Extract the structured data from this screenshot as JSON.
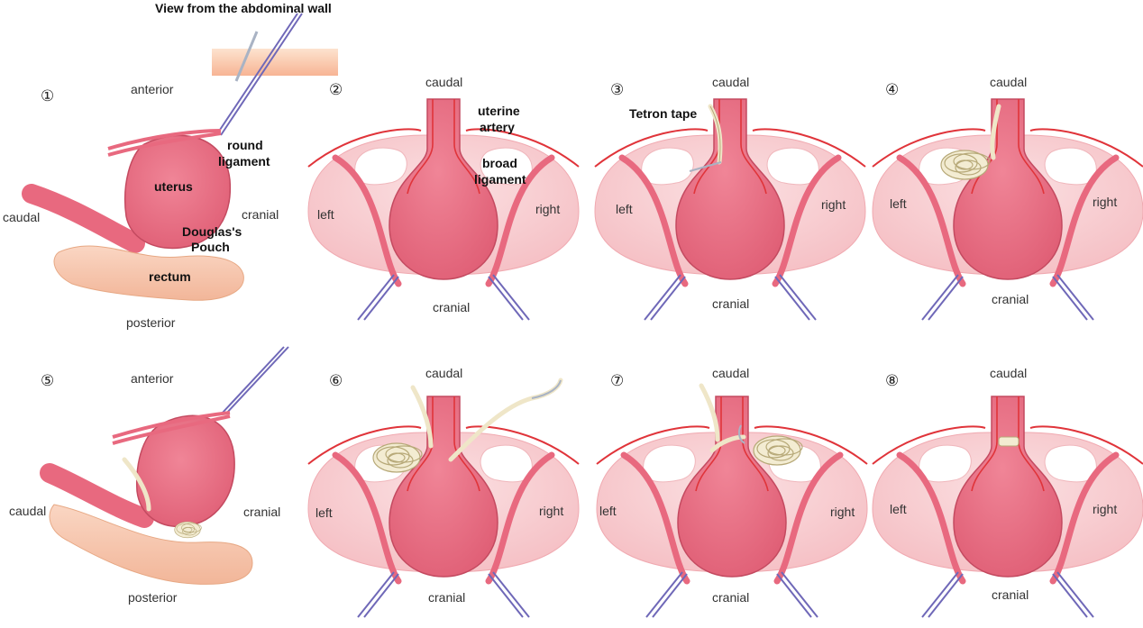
{
  "figure": {
    "top_label": "View from the abdominal wall",
    "colors": {
      "uterus": "#e8697f",
      "uterus_stroke": "#c44a60",
      "peritoneum": "#f7c9cd",
      "rectum": "#f6c6ad",
      "vessel": "#e0343a",
      "tape": "#efe6c8",
      "needle": "#a9b3c4",
      "forceps": "#6f68b8"
    },
    "panel1": {
      "number": "①",
      "anterior": "anterior",
      "posterior": "posterior",
      "caudal": "caudal",
      "cranial": "cranial",
      "uterus": "uterus",
      "round_ligament_1": "round",
      "round_ligament_2": "ligament",
      "douglas_1": "Douglas's",
      "douglas_2": "Pouch",
      "rectum": "rectum"
    },
    "panel2": {
      "number": "②",
      "top": "caudal",
      "bottom": "cranial",
      "left": "left",
      "right": "right",
      "uterine_artery_1": "uterine",
      "uterine_artery_2": "artery",
      "broad_ligament_1": "broad",
      "broad_ligament_2": "ligament"
    },
    "panel3": {
      "number": "③",
      "top": "caudal",
      "bottom": "cranial",
      "left": "left",
      "right": "right",
      "tape": "Tetron tape"
    },
    "panel4": {
      "number": "④",
      "top": "caudal",
      "bottom": "cranial",
      "left": "left",
      "right": "right"
    },
    "panel5": {
      "number": "⑤",
      "anterior": "anterior",
      "posterior": "posterior",
      "caudal": "caudal",
      "cranial": "cranial"
    },
    "panel6": {
      "number": "⑥",
      "top": "caudal",
      "bottom": "cranial",
      "left": "left",
      "right": "right"
    },
    "panel7": {
      "number": "⑦",
      "top": "caudal",
      "bottom": "cranial",
      "left": "left",
      "right": "right"
    },
    "panel8": {
      "number": "⑧",
      "top": "caudal",
      "bottom": "cranial",
      "left": "left",
      "right": "right"
    }
  }
}
